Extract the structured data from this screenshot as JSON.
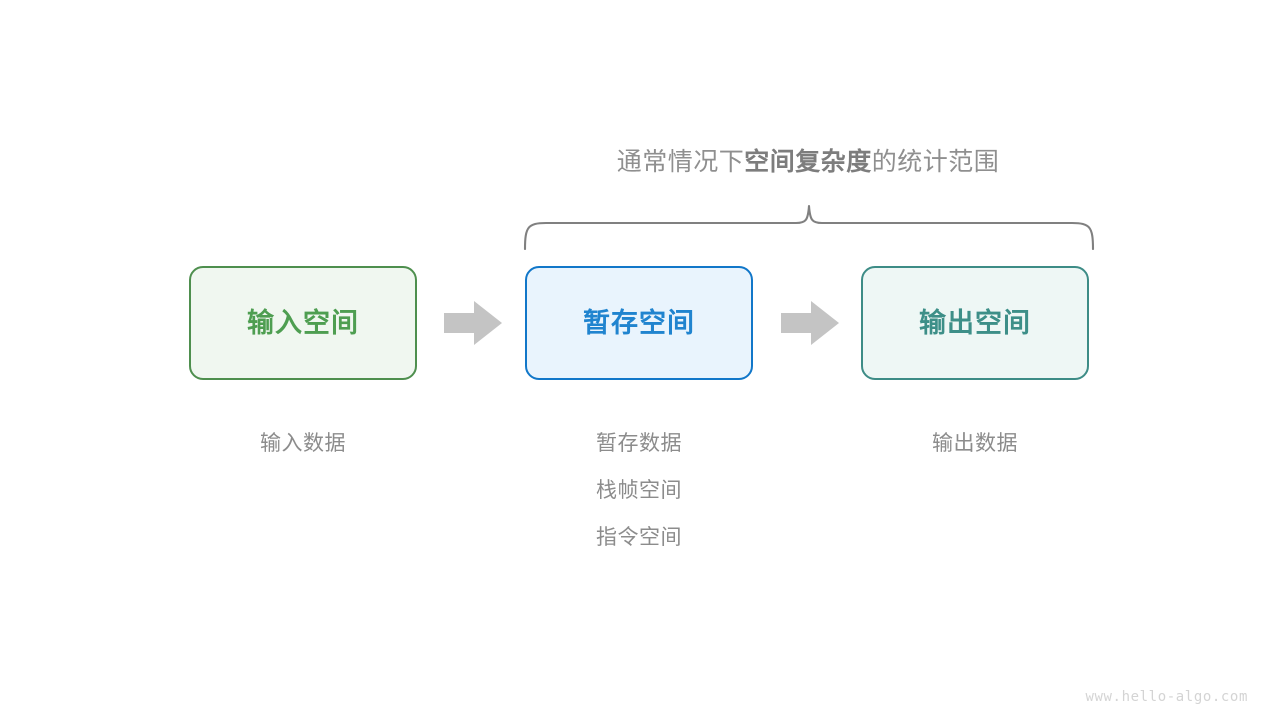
{
  "diagram": {
    "scope_note": {
      "prefix": "通常情况下",
      "emphasis": "空间复杂度",
      "suffix": "的统计范围"
    },
    "brace": {
      "icon": "curly-brace-icon",
      "color": "#808080",
      "spans_boxes": [
        "暂存空间",
        "输出空间"
      ]
    },
    "boxes": [
      {
        "id": "input-space",
        "label": "输入空间",
        "fill": "#f0f7f0",
        "border": "#4e8f4e",
        "text_color": "#4e9e51"
      },
      {
        "id": "temp-space",
        "label": "暂存空间",
        "fill": "#e9f4fd",
        "border": "#1177c9",
        "text_color": "#2084cf"
      },
      {
        "id": "output-space",
        "label": "输出空间",
        "fill": "#eef7f5",
        "border": "#3d8c86",
        "text_color": "#3d8f88"
      }
    ],
    "arrows": [
      {
        "id": "arrow-input-to-temp",
        "icon": "right-arrow-icon",
        "color": "#c4c4c4"
      },
      {
        "id": "arrow-temp-to-output",
        "icon": "right-arrow-icon",
        "color": "#c4c4c4"
      }
    ],
    "captions": [
      {
        "id": "input-captions",
        "lines": [
          "输入数据"
        ]
      },
      {
        "id": "temp-captions",
        "lines": [
          "暂存数据",
          "栈帧空间",
          "指令空间"
        ]
      },
      {
        "id": "output-captions",
        "lines": [
          "输出数据"
        ]
      }
    ],
    "caption_color": "#8c8c8c"
  },
  "watermark": "www.hello-algo.com"
}
